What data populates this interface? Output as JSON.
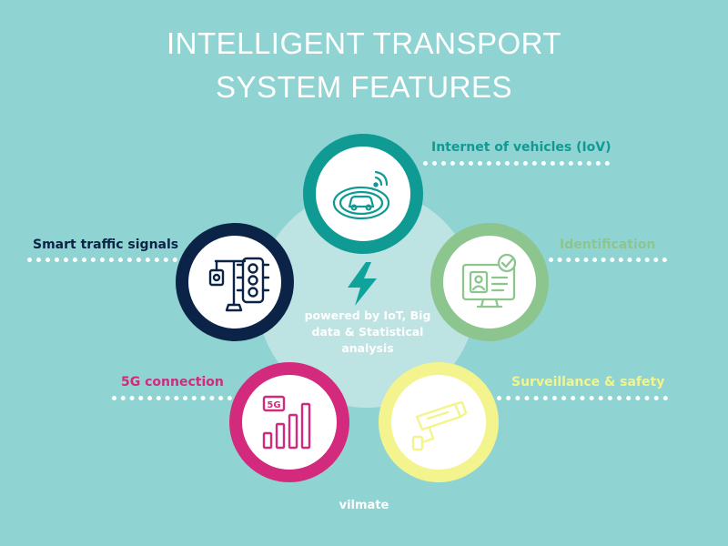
{
  "title": {
    "line1": "INTELLIGENT TRANSPORT",
    "line2": "SYSTEM FEATURES"
  },
  "center": {
    "text": "powered by IoT, Big data & Statistical analysis",
    "icon": "lightning-bolt-icon"
  },
  "features": [
    {
      "label": "Internet of vehicles (IoV)",
      "color": "#0f9b93",
      "icon": "connected-car-icon"
    },
    {
      "label": "Smart traffic signals",
      "color": "#0b2346",
      "icon": "traffic-light-icon"
    },
    {
      "label": "Identification",
      "color": "#8dc58f",
      "icon": "id-monitor-icon"
    },
    {
      "label": "5G connection",
      "color": "#d32a7e",
      "icon": "signal-5g-icon"
    },
    {
      "label": "Surveillance & safety",
      "color": "#f3f48d",
      "icon": "security-camera-icon"
    }
  ],
  "footer": "vilmate"
}
